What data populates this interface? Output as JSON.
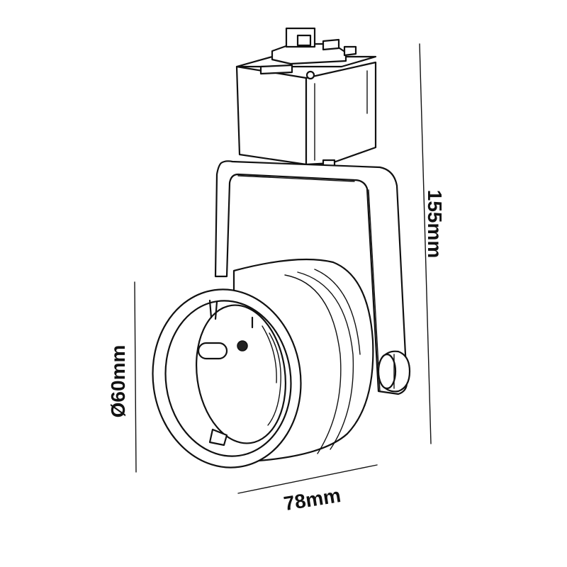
{
  "dimensions": {
    "height": "155mm",
    "diameter": "Ø60mm",
    "width": "78mm"
  },
  "colors": {
    "line": "#111111",
    "background": "#ffffff"
  }
}
